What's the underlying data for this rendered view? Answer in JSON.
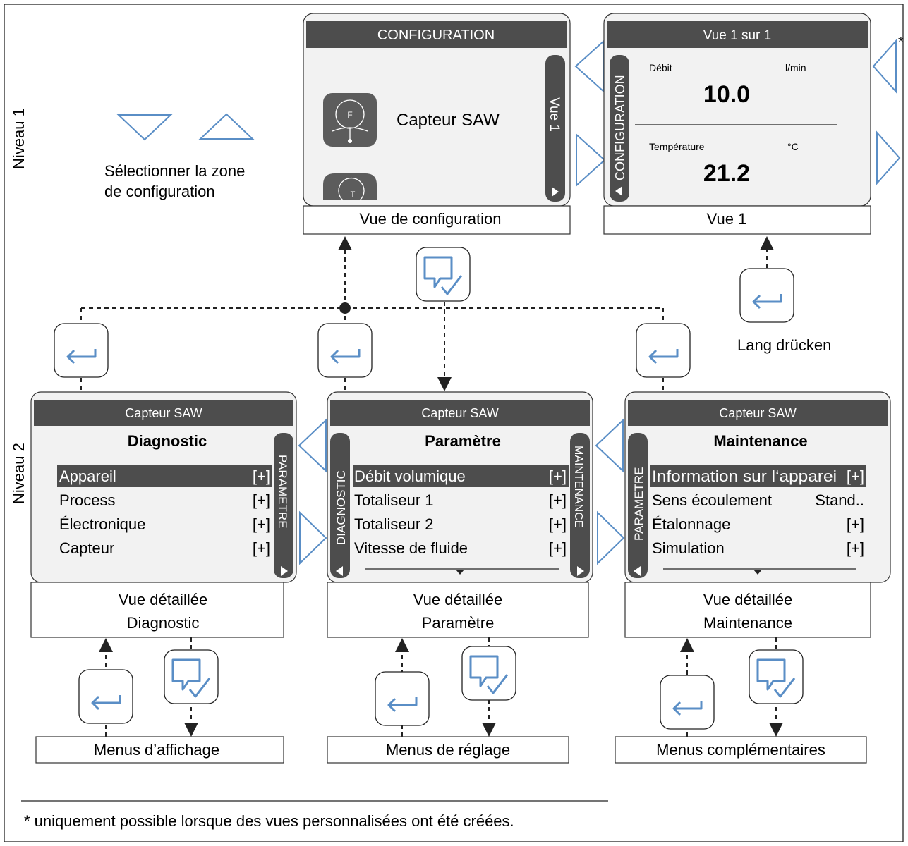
{
  "levels": {
    "level1": "Niveau 1",
    "level2": "Niveau 2"
  },
  "asterisk": "*",
  "select_zone": {
    "line1": "Sélectionner la zone",
    "line2": "de configuration"
  },
  "config_screen": {
    "header": "CONFIGURATION",
    "item1": "Capteur SAW",
    "icon1_letter": "F",
    "icon2_letter": "T",
    "side_tab": "Vue 1",
    "caption": "Vue de configuration"
  },
  "view1_screen": {
    "header": "Vue 1 sur 1",
    "side_tab": "CONFIGURATION",
    "flow_label": "Débit",
    "flow_unit": "l/min",
    "flow_value": "10.0",
    "temp_label": "Température",
    "temp_unit": "°C",
    "temp_value": "21.2",
    "caption": "Vue 1"
  },
  "long_press": "Lang drücken",
  "level2_screens": [
    {
      "header": "Capteur SAW",
      "title": "Diagnostic",
      "left_tab": "",
      "right_tab": "PARAMETRE",
      "rows": [
        {
          "label": "Appareil",
          "value": "[+]"
        },
        {
          "label": "Process",
          "value": "[+]"
        },
        {
          "label": "Électronique",
          "value": "[+]"
        },
        {
          "label": "Capteur",
          "value": "[+]"
        }
      ],
      "caption_line1": "Vue détaillée",
      "caption_line2": "Diagnostic",
      "submenu": "Menus d’affichage"
    },
    {
      "header": "Capteur SAW",
      "title": "Paramètre",
      "left_tab": "DIAGNOSTIC",
      "right_tab": "MAINTENANCE",
      "rows": [
        {
          "label": "Débit volumique",
          "value": "[+]"
        },
        {
          "label": "Totaliseur 1",
          "value": "[+]"
        },
        {
          "label": "Totaliseur 2",
          "value": "[+]"
        },
        {
          "label": "Vitesse de fluide",
          "value": "[+]"
        }
      ],
      "caption_line1": "Vue détaillée",
      "caption_line2": "Paramètre",
      "submenu": "Menus de réglage"
    },
    {
      "header": "Capteur SAW",
      "title": "Maintenance",
      "left_tab": "PARAMETRE",
      "right_tab": "",
      "rows": [
        {
          "label": "Information sur l‘apparei",
          "value": "[+]"
        },
        {
          "label": "Sens écoulement",
          "value": "Stand.."
        },
        {
          "label": "Étalonnage",
          "value": "[+]"
        },
        {
          "label": "Simulation",
          "value": "[+]"
        }
      ],
      "caption_line1": "Vue détaillée",
      "caption_line2": "Maintenance",
      "submenu": "Menus complémentaires"
    }
  ],
  "footnote": "* uniquement possible lorsque des vues personnalisées ont été créées.",
  "colors": {
    "accent_blue": "#5a8ec6",
    "header_dark": "#4d4d4d",
    "screen_bg": "#f2f2f2"
  }
}
